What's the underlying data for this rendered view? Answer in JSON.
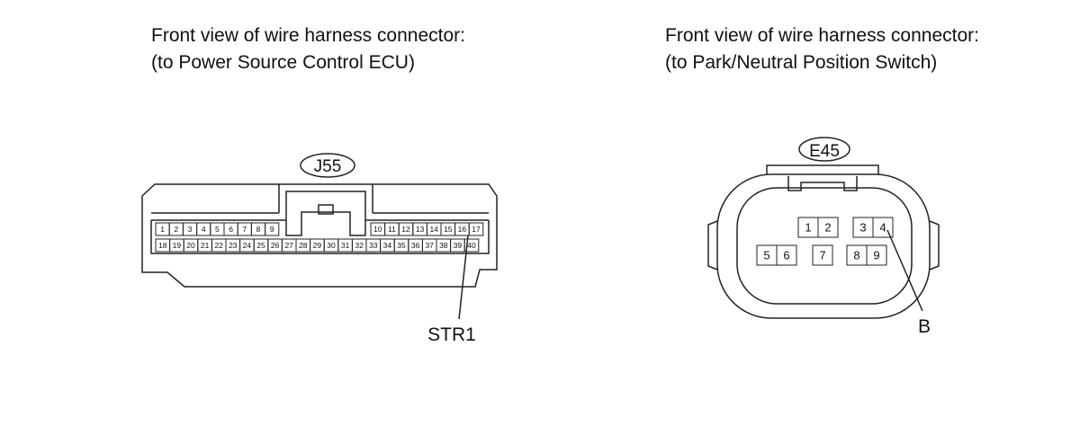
{
  "left": {
    "caption_line1": "Front view of wire harness connector:",
    "caption_line2": "(to Power Source Control ECU)",
    "connector_id": "J55",
    "top_row_left": [
      "1",
      "2",
      "3",
      "4",
      "5",
      "6",
      "7",
      "8",
      "9"
    ],
    "top_row_right": [
      "10",
      "11",
      "12",
      "13",
      "14",
      "15",
      "16",
      "17"
    ],
    "bottom_row": [
      "18",
      "19",
      "20",
      "21",
      "22",
      "23",
      "24",
      "25",
      "26",
      "27",
      "28",
      "29",
      "30",
      "31",
      "32",
      "33",
      "34",
      "35",
      "36",
      "37",
      "38",
      "39",
      "40"
    ],
    "callout_label": "STR1",
    "callout_pin": "17"
  },
  "right": {
    "caption_line1": "Front view of wire harness connector:",
    "caption_line2": "(to Park/Neutral Position Switch)",
    "connector_id": "E45",
    "top_row_a": [
      "1",
      "2"
    ],
    "top_row_b": [
      "3",
      "4"
    ],
    "bottom_row_a": [
      "5",
      "6"
    ],
    "bottom_row_b": [
      "7"
    ],
    "bottom_row_c": [
      "8",
      "9"
    ],
    "callout_label": "B",
    "callout_pin": "4"
  }
}
